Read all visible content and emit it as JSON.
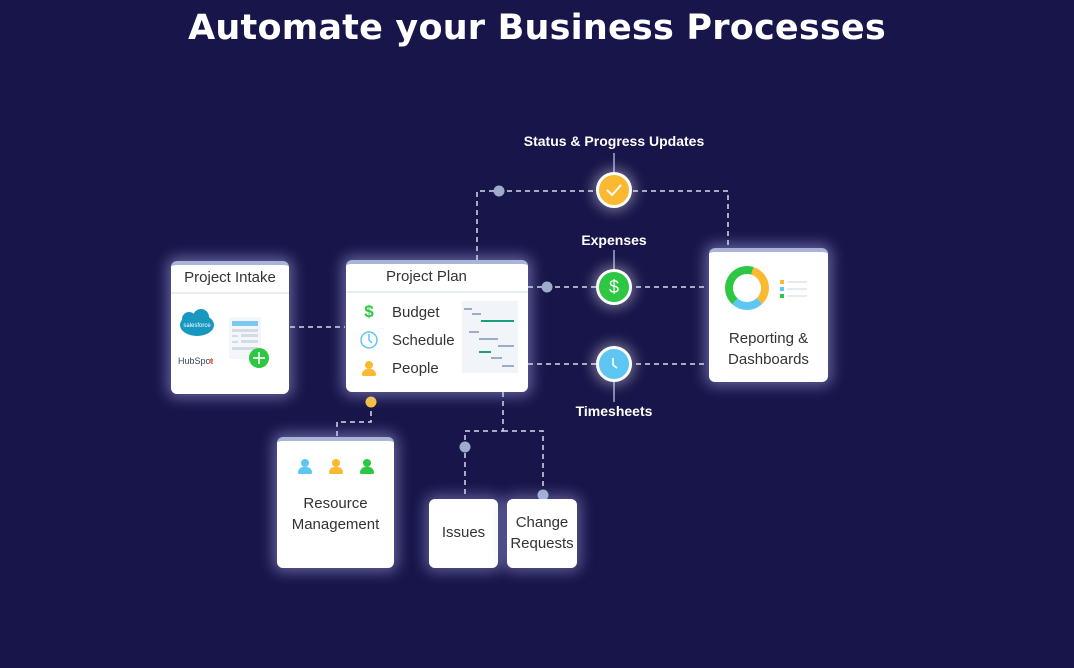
{
  "title": "Automate your Business Processes",
  "colors": {
    "background": "#18154a",
    "status_node": "#fbb931",
    "expenses_node": "#2dc743",
    "timesheets_node": "#5ec6f3",
    "connector": "#d6dbea",
    "dot": "#9daccb",
    "resource_dot": "#fbbf3a",
    "gantt_teal": "#1e9c7f",
    "gantt_gray": "#9eabc7"
  },
  "labels": {
    "status": "Status & Progress Updates",
    "expenses": "Expenses",
    "timesheets": "Timesheets"
  },
  "nodes": {
    "status_icon": "check-icon",
    "expenses_icon": "dollar-icon",
    "expenses_glyph": "$",
    "timesheets_icon": "clock-icon"
  },
  "project_intake": {
    "title": "Project Intake",
    "integrations": [
      "salesforce",
      "HubSpot"
    ],
    "form_icon": "form-add-icon"
  },
  "project_plan": {
    "title": "Project Plan",
    "items": [
      {
        "label": "Budget",
        "icon": "dollar-icon",
        "glyph": "$"
      },
      {
        "label": "Schedule",
        "icon": "clock-icon"
      },
      {
        "label": "People",
        "icon": "person-icon"
      }
    ]
  },
  "reporting": {
    "line1": "Reporting &",
    "line2": "Dashboards",
    "donut": [
      {
        "color": "#fbb931",
        "fraction": 0.33
      },
      {
        "color": "#5ec6f3",
        "fraction": 0.24
      },
      {
        "color": "#2dc743",
        "fraction": 0.43
      }
    ]
  },
  "resource": {
    "line1": "Resource",
    "line2": "Management",
    "people_colors": [
      "#5ec6f3",
      "#fbb931",
      "#2dc743"
    ]
  },
  "issues": {
    "label": "Issues"
  },
  "change_requests": {
    "line1": "Change",
    "line2": "Requests"
  }
}
